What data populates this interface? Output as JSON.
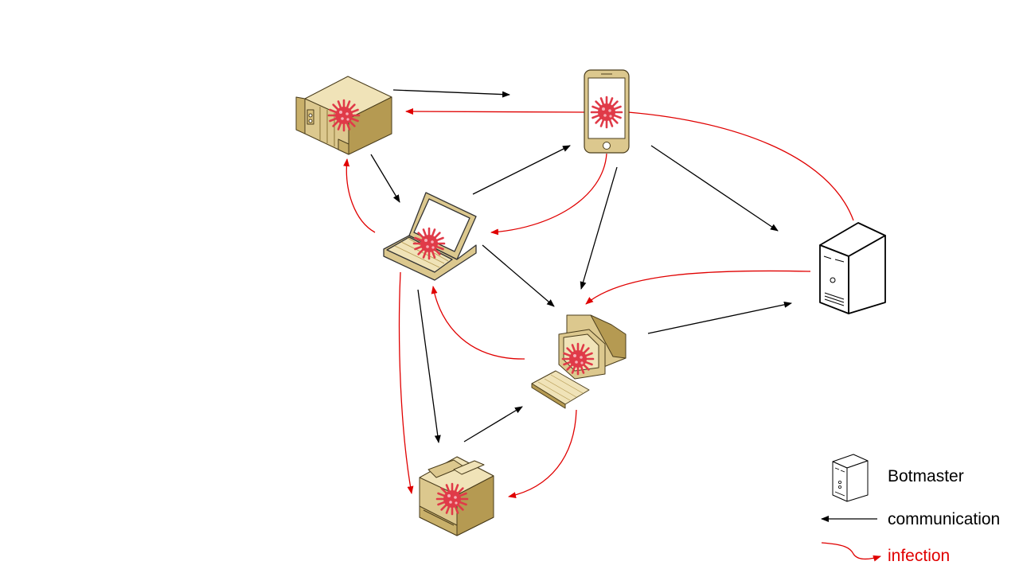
{
  "colors": {
    "communication": "#000000",
    "infection": "#e00000",
    "device_fill": "#dcc88e",
    "device_fill_light": "#f0e3b8",
    "device_fill_dark": "#b59a52",
    "virus": "#e03a48",
    "botmaster_fill": "#ffffff"
  },
  "nodes": [
    {
      "id": "rack-server",
      "icon": "rack-server-icon",
      "infected": true
    },
    {
      "id": "smartphone",
      "icon": "smartphone-icon",
      "infected": true
    },
    {
      "id": "laptop",
      "icon": "laptop-icon",
      "infected": true
    },
    {
      "id": "desktop-pc",
      "icon": "desktop-computer-icon",
      "infected": true
    },
    {
      "id": "printer",
      "icon": "printer-icon",
      "infected": true
    },
    {
      "id": "botmaster",
      "icon": "tower-server-icon",
      "infected": false
    }
  ],
  "edges": {
    "communication": [
      {
        "from": "rack-server",
        "to": "smartphone"
      },
      {
        "from": "rack-server",
        "to": "laptop"
      },
      {
        "from": "laptop",
        "to": "smartphone"
      },
      {
        "from": "smartphone",
        "to": "botmaster"
      },
      {
        "from": "smartphone",
        "to": "desktop-pc"
      },
      {
        "from": "laptop",
        "to": "desktop-pc"
      },
      {
        "from": "laptop",
        "to": "printer"
      },
      {
        "from": "printer",
        "to": "desktop-pc"
      },
      {
        "from": "desktop-pc",
        "to": "botmaster"
      }
    ],
    "infection": [
      {
        "from": "smartphone",
        "to": "rack-server"
      },
      {
        "from": "laptop",
        "to": "rack-server"
      },
      {
        "from": "smartphone",
        "to": "laptop"
      },
      {
        "from": "botmaster",
        "to": "smartphone"
      },
      {
        "from": "botmaster",
        "to": "desktop-pc"
      },
      {
        "from": "desktop-pc",
        "to": "laptop"
      },
      {
        "from": "laptop",
        "to": "printer"
      },
      {
        "from": "desktop-pc",
        "to": "printer"
      }
    ]
  },
  "legend": {
    "botmaster": "Botmaster",
    "communication": "communication",
    "infection": "infection"
  }
}
